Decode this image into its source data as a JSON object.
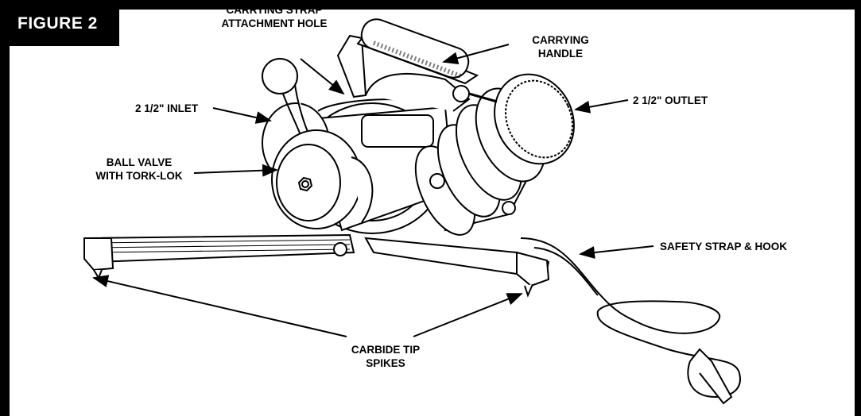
{
  "figure": {
    "label": "FIGURE 2"
  },
  "callouts": {
    "strap_hole_1": "CARRYING STRAP",
    "strap_hole_2": "ATTACHMENT HOLE",
    "handle_1": "CARRYING",
    "handle_2": "HANDLE",
    "inlet": "2 1/2\" INLET",
    "outlet": "2 1/2\" OUTLET",
    "ball_valve_1": "BALL VALVE",
    "ball_valve_2": "WITH TORK-LOK",
    "safety_strap": "SAFETY STRAP & HOOK",
    "spikes_1": "CARBIDE TIP",
    "spikes_2": "SPIKES"
  },
  "colors": {
    "frame": "#000000",
    "background": "#ffffff",
    "line": "#000000"
  }
}
